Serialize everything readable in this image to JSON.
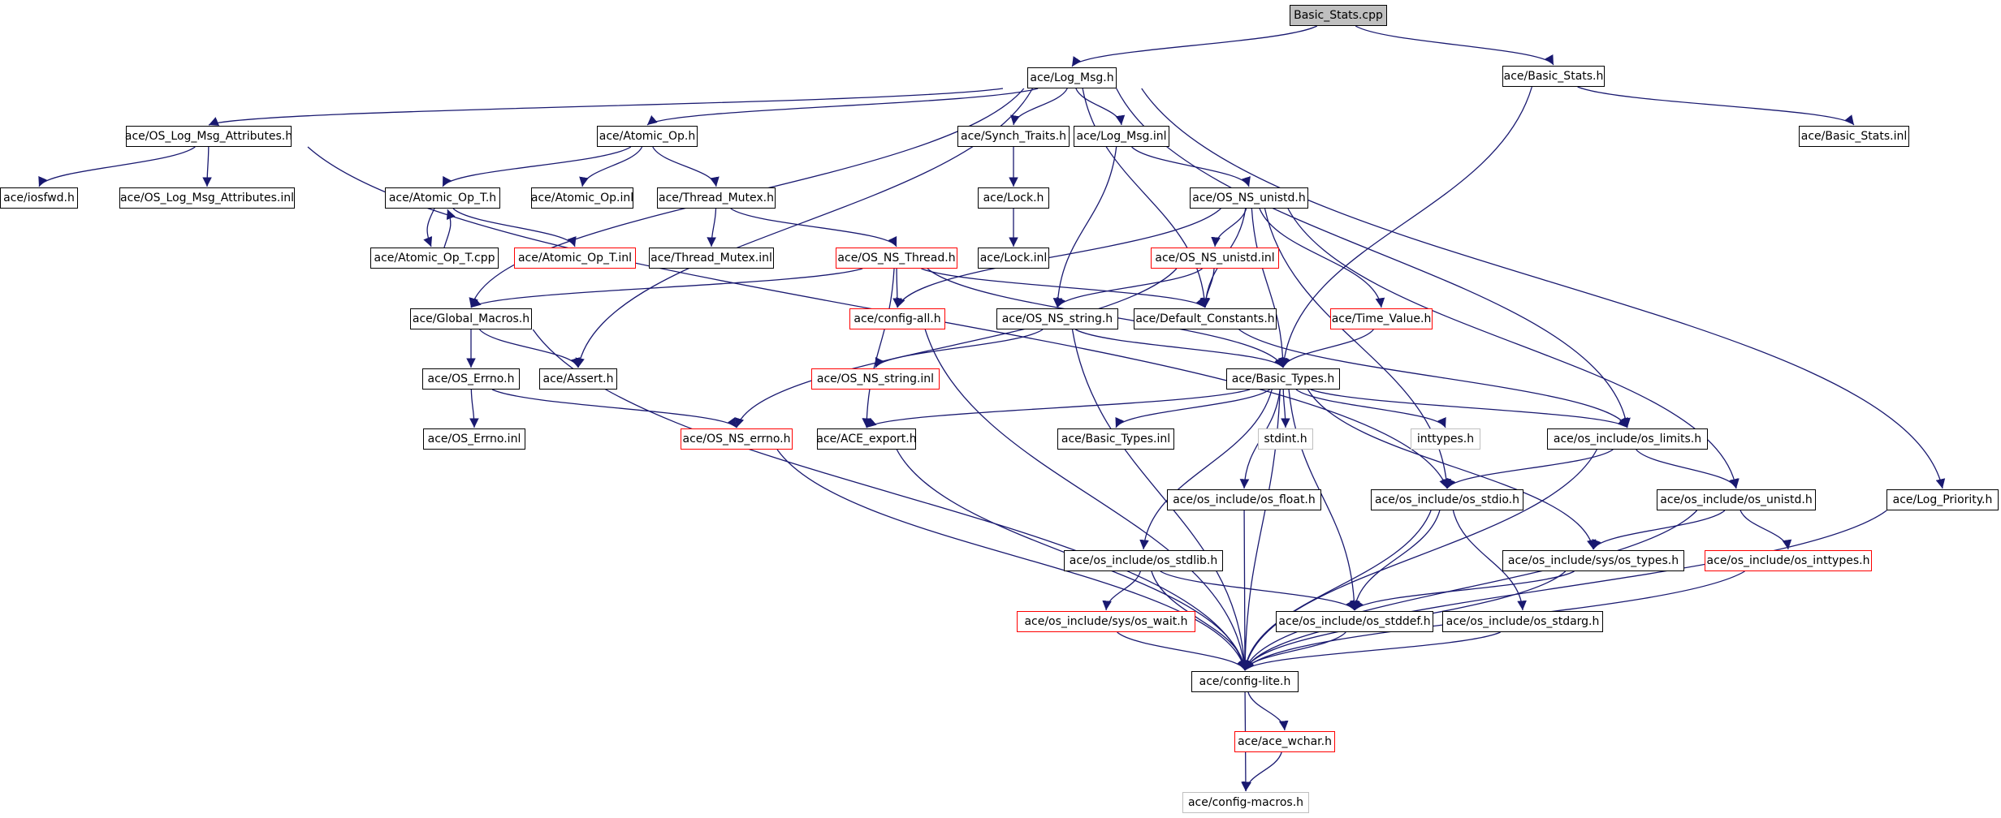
{
  "diagram": {
    "colors": {
      "edge": "#191970",
      "border_normal": "#000000",
      "border_incomplete": "#ff0000",
      "border_missing": "#bfbfbf",
      "root_fill": "#bfbfbf"
    },
    "nodes": [
      {
        "id": "basic_stats_cpp",
        "label": "Basic_Stats.cpp",
        "kind": "root"
      },
      {
        "id": "log_msg_h",
        "label": "ace/Log_Msg.h",
        "kind": "normal"
      },
      {
        "id": "basic_stats_h",
        "label": "ace/Basic_Stats.h",
        "kind": "normal"
      },
      {
        "id": "os_log_msg_attr_h",
        "label": "ace/OS_Log_Msg_Attributes.h",
        "kind": "normal"
      },
      {
        "id": "atomic_op_h",
        "label": "ace/Atomic_Op.h",
        "kind": "normal"
      },
      {
        "id": "synch_traits_h",
        "label": "ace/Synch_Traits.h",
        "kind": "normal"
      },
      {
        "id": "log_msg_inl",
        "label": "ace/Log_Msg.inl",
        "kind": "normal"
      },
      {
        "id": "basic_stats_inl",
        "label": "ace/Basic_Stats.inl",
        "kind": "normal"
      },
      {
        "id": "iosfwd_h",
        "label": "ace/iosfwd.h",
        "kind": "normal"
      },
      {
        "id": "os_log_msg_attr_inl",
        "label": "ace/OS_Log_Msg_Attributes.inl",
        "kind": "normal"
      },
      {
        "id": "atomic_op_t_h",
        "label": "ace/Atomic_Op_T.h",
        "kind": "normal"
      },
      {
        "id": "atomic_op_inl",
        "label": "ace/Atomic_Op.inl",
        "kind": "normal"
      },
      {
        "id": "thread_mutex_h",
        "label": "ace/Thread_Mutex.h",
        "kind": "normal"
      },
      {
        "id": "lock_h",
        "label": "ace/Lock.h",
        "kind": "normal"
      },
      {
        "id": "os_ns_unistd_h",
        "label": "ace/OS_NS_unistd.h",
        "kind": "normal"
      },
      {
        "id": "atomic_op_t_cpp",
        "label": "ace/Atomic_Op_T.cpp",
        "kind": "normal"
      },
      {
        "id": "atomic_op_t_inl",
        "label": "ace/Atomic_Op_T.inl",
        "kind": "incomplete"
      },
      {
        "id": "thread_mutex_inl",
        "label": "ace/Thread_Mutex.inl",
        "kind": "normal"
      },
      {
        "id": "os_ns_thread_h",
        "label": "ace/OS_NS_Thread.h",
        "kind": "incomplete"
      },
      {
        "id": "lock_inl",
        "label": "ace/Lock.inl",
        "kind": "normal"
      },
      {
        "id": "os_ns_unistd_inl",
        "label": "ace/OS_NS_unistd.inl",
        "kind": "incomplete"
      },
      {
        "id": "global_macros_h",
        "label": "ace/Global_Macros.h",
        "kind": "normal"
      },
      {
        "id": "config_all_h",
        "label": "ace/config-all.h",
        "kind": "incomplete"
      },
      {
        "id": "os_ns_string_h",
        "label": "ace/OS_NS_string.h",
        "kind": "normal"
      },
      {
        "id": "default_constants_h",
        "label": "ace/Default_Constants.h",
        "kind": "normal"
      },
      {
        "id": "time_value_h",
        "label": "ace/Time_Value.h",
        "kind": "incomplete"
      },
      {
        "id": "os_errno_h",
        "label": "ace/OS_Errno.h",
        "kind": "normal"
      },
      {
        "id": "assert_h",
        "label": "ace/Assert.h",
        "kind": "normal"
      },
      {
        "id": "os_ns_string_inl",
        "label": "ace/OS_NS_string.inl",
        "kind": "incomplete"
      },
      {
        "id": "basic_types_h",
        "label": "ace/Basic_Types.h",
        "kind": "normal"
      },
      {
        "id": "os_errno_inl",
        "label": "ace/OS_Errno.inl",
        "kind": "normal"
      },
      {
        "id": "os_ns_errno_h",
        "label": "ace/OS_NS_errno.h",
        "kind": "incomplete"
      },
      {
        "id": "ace_export_h",
        "label": "ace/ACE_export.h",
        "kind": "normal"
      },
      {
        "id": "basic_types_inl",
        "label": "ace/Basic_Types.inl",
        "kind": "normal"
      },
      {
        "id": "stdint_h",
        "label": "stdint.h",
        "kind": "missing"
      },
      {
        "id": "inttypes_h",
        "label": "inttypes.h",
        "kind": "missing"
      },
      {
        "id": "os_limits_h",
        "label": "ace/os_include/os_limits.h",
        "kind": "normal"
      },
      {
        "id": "os_float_h",
        "label": "ace/os_include/os_float.h",
        "kind": "normal"
      },
      {
        "id": "os_stdio_h",
        "label": "ace/os_include/os_stdio.h",
        "kind": "normal"
      },
      {
        "id": "os_unistd_h",
        "label": "ace/os_include/os_unistd.h",
        "kind": "normal"
      },
      {
        "id": "log_priority_h",
        "label": "ace/Log_Priority.h",
        "kind": "normal"
      },
      {
        "id": "os_stdlib_h",
        "label": "ace/os_include/os_stdlib.h",
        "kind": "normal"
      },
      {
        "id": "sys_os_types_h",
        "label": "ace/os_include/sys/os_types.h",
        "kind": "normal"
      },
      {
        "id": "os_inttypes_h",
        "label": "ace/os_include/os_inttypes.h",
        "kind": "incomplete"
      },
      {
        "id": "sys_os_wait_h",
        "label": "ace/os_include/sys/os_wait.h",
        "kind": "incomplete"
      },
      {
        "id": "os_stddef_h",
        "label": "ace/os_include/os_stddef.h",
        "kind": "normal"
      },
      {
        "id": "os_stdarg_h",
        "label": "ace/os_include/os_stdarg.h",
        "kind": "normal"
      },
      {
        "id": "config_lite_h",
        "label": "ace/config-lite.h",
        "kind": "normal"
      },
      {
        "id": "ace_wchar_h",
        "label": "ace/ace_wchar.h",
        "kind": "incomplete"
      },
      {
        "id": "config_macros_h",
        "label": "ace/config-macros.h",
        "kind": "missing"
      }
    ],
    "edges": [
      [
        "basic_stats_cpp",
        "log_msg_h"
      ],
      [
        "basic_stats_cpp",
        "basic_stats_h"
      ],
      [
        "log_msg_h",
        "os_log_msg_attr_h"
      ],
      [
        "log_msg_h",
        "atomic_op_h"
      ],
      [
        "log_msg_h",
        "synch_traits_h"
      ],
      [
        "log_msg_h",
        "log_msg_inl"
      ],
      [
        "log_msg_h",
        "global_macros_h"
      ],
      [
        "log_msg_h",
        "assert_h"
      ],
      [
        "log_msg_h",
        "default_constants_h"
      ],
      [
        "log_msg_h",
        "os_limits_h"
      ],
      [
        "log_msg_h",
        "log_priority_h"
      ],
      [
        "basic_stats_h",
        "basic_stats_inl"
      ],
      [
        "basic_stats_h",
        "basic_types_h"
      ],
      [
        "os_log_msg_attr_h",
        "iosfwd_h"
      ],
      [
        "os_log_msg_attr_h",
        "os_log_msg_attr_inl"
      ],
      [
        "os_log_msg_attr_h",
        "os_stdio_h"
      ],
      [
        "atomic_op_h",
        "atomic_op_t_h"
      ],
      [
        "atomic_op_h",
        "atomic_op_inl"
      ],
      [
        "atomic_op_h",
        "thread_mutex_h"
      ],
      [
        "atomic_op_t_h",
        "atomic_op_t_cpp"
      ],
      [
        "atomic_op_t_h",
        "atomic_op_t_inl"
      ],
      [
        "atomic_op_t_cpp",
        "atomic_op_t_h"
      ],
      [
        "thread_mutex_h",
        "thread_mutex_inl"
      ],
      [
        "thread_mutex_h",
        "os_ns_thread_h"
      ],
      [
        "synch_traits_h",
        "lock_h"
      ],
      [
        "lock_h",
        "lock_inl"
      ],
      [
        "log_msg_inl",
        "os_ns_unistd_h"
      ],
      [
        "log_msg_inl",
        "os_ns_string_h"
      ],
      [
        "os_ns_unistd_h",
        "config_all_h"
      ],
      [
        "os_ns_unistd_h",
        "os_ns_unistd_inl"
      ],
      [
        "os_ns_unistd_h",
        "default_constants_h"
      ],
      [
        "os_ns_unistd_h",
        "time_value_h"
      ],
      [
        "os_ns_unistd_h",
        "basic_types_h"
      ],
      [
        "os_ns_unistd_h",
        "os_stdio_h"
      ],
      [
        "os_ns_unistd_h",
        "os_unistd_h"
      ],
      [
        "os_ns_thread_h",
        "global_macros_h"
      ],
      [
        "os_ns_thread_h",
        "config_all_h"
      ],
      [
        "os_ns_thread_h",
        "default_constants_h"
      ],
      [
        "os_ns_thread_h",
        "basic_types_h"
      ],
      [
        "os_ns_thread_h",
        "ace_export_h"
      ],
      [
        "os_ns_unistd_inl",
        "os_ns_string_h"
      ],
      [
        "os_ns_unistd_inl",
        "default_constants_h"
      ],
      [
        "os_ns_unistd_inl",
        "os_ns_errno_h"
      ],
      [
        "global_macros_h",
        "os_errno_h"
      ],
      [
        "global_macros_h",
        "assert_h"
      ],
      [
        "global_macros_h",
        "config_lite_h"
      ],
      [
        "config_all_h",
        "config_lite_h"
      ],
      [
        "os_ns_string_h",
        "os_ns_string_inl"
      ],
      [
        "os_ns_string_h",
        "basic_types_h"
      ],
      [
        "os_ns_string_h",
        "config_lite_h"
      ],
      [
        "default_constants_h",
        "os_limits_h"
      ],
      [
        "time_value_h",
        "basic_types_h"
      ],
      [
        "os_errno_h",
        "os_errno_inl"
      ],
      [
        "os_errno_h",
        "os_ns_errno_h"
      ],
      [
        "basic_types_h",
        "ace_export_h"
      ],
      [
        "basic_types_h",
        "basic_types_inl"
      ],
      [
        "basic_types_h",
        "stdint_h"
      ],
      [
        "basic_types_h",
        "inttypes_h"
      ],
      [
        "basic_types_h",
        "os_limits_h"
      ],
      [
        "basic_types_h",
        "os_float_h"
      ],
      [
        "basic_types_h",
        "os_stdlib_h"
      ],
      [
        "basic_types_h",
        "sys_os_types_h"
      ],
      [
        "basic_types_h",
        "os_stddef_h"
      ],
      [
        "basic_types_h",
        "config_lite_h"
      ],
      [
        "os_ns_errno_h",
        "config_lite_h"
      ],
      [
        "ace_export_h",
        "config_lite_h"
      ],
      [
        "os_limits_h",
        "os_stdio_h"
      ],
      [
        "os_limits_h",
        "os_unistd_h"
      ],
      [
        "os_limits_h",
        "config_lite_h"
      ],
      [
        "os_float_h",
        "config_lite_h"
      ],
      [
        "os_stdio_h",
        "os_stddef_h"
      ],
      [
        "os_stdio_h",
        "os_stdarg_h"
      ],
      [
        "os_stdio_h",
        "config_lite_h"
      ],
      [
        "os_unistd_h",
        "sys_os_types_h"
      ],
      [
        "os_unistd_h",
        "os_inttypes_h"
      ],
      [
        "os_unistd_h",
        "config_lite_h"
      ],
      [
        "log_priority_h",
        "config_lite_h"
      ],
      [
        "os_stdlib_h",
        "sys_os_wait_h"
      ],
      [
        "os_stdlib_h",
        "os_stddef_h"
      ],
      [
        "os_stdlib_h",
        "config_lite_h"
      ],
      [
        "sys_os_types_h",
        "os_stddef_h"
      ],
      [
        "sys_os_types_h",
        "config_lite_h"
      ],
      [
        "os_inttypes_h",
        "config_lite_h"
      ],
      [
        "sys_os_wait_h",
        "config_lite_h"
      ],
      [
        "os_stddef_h",
        "config_lite_h"
      ],
      [
        "os_stdarg_h",
        "config_lite_h"
      ],
      [
        "config_lite_h",
        "ace_wchar_h"
      ],
      [
        "config_lite_h",
        "config_macros_h"
      ],
      [
        "ace_wchar_h",
        "config_macros_h"
      ]
    ]
  }
}
